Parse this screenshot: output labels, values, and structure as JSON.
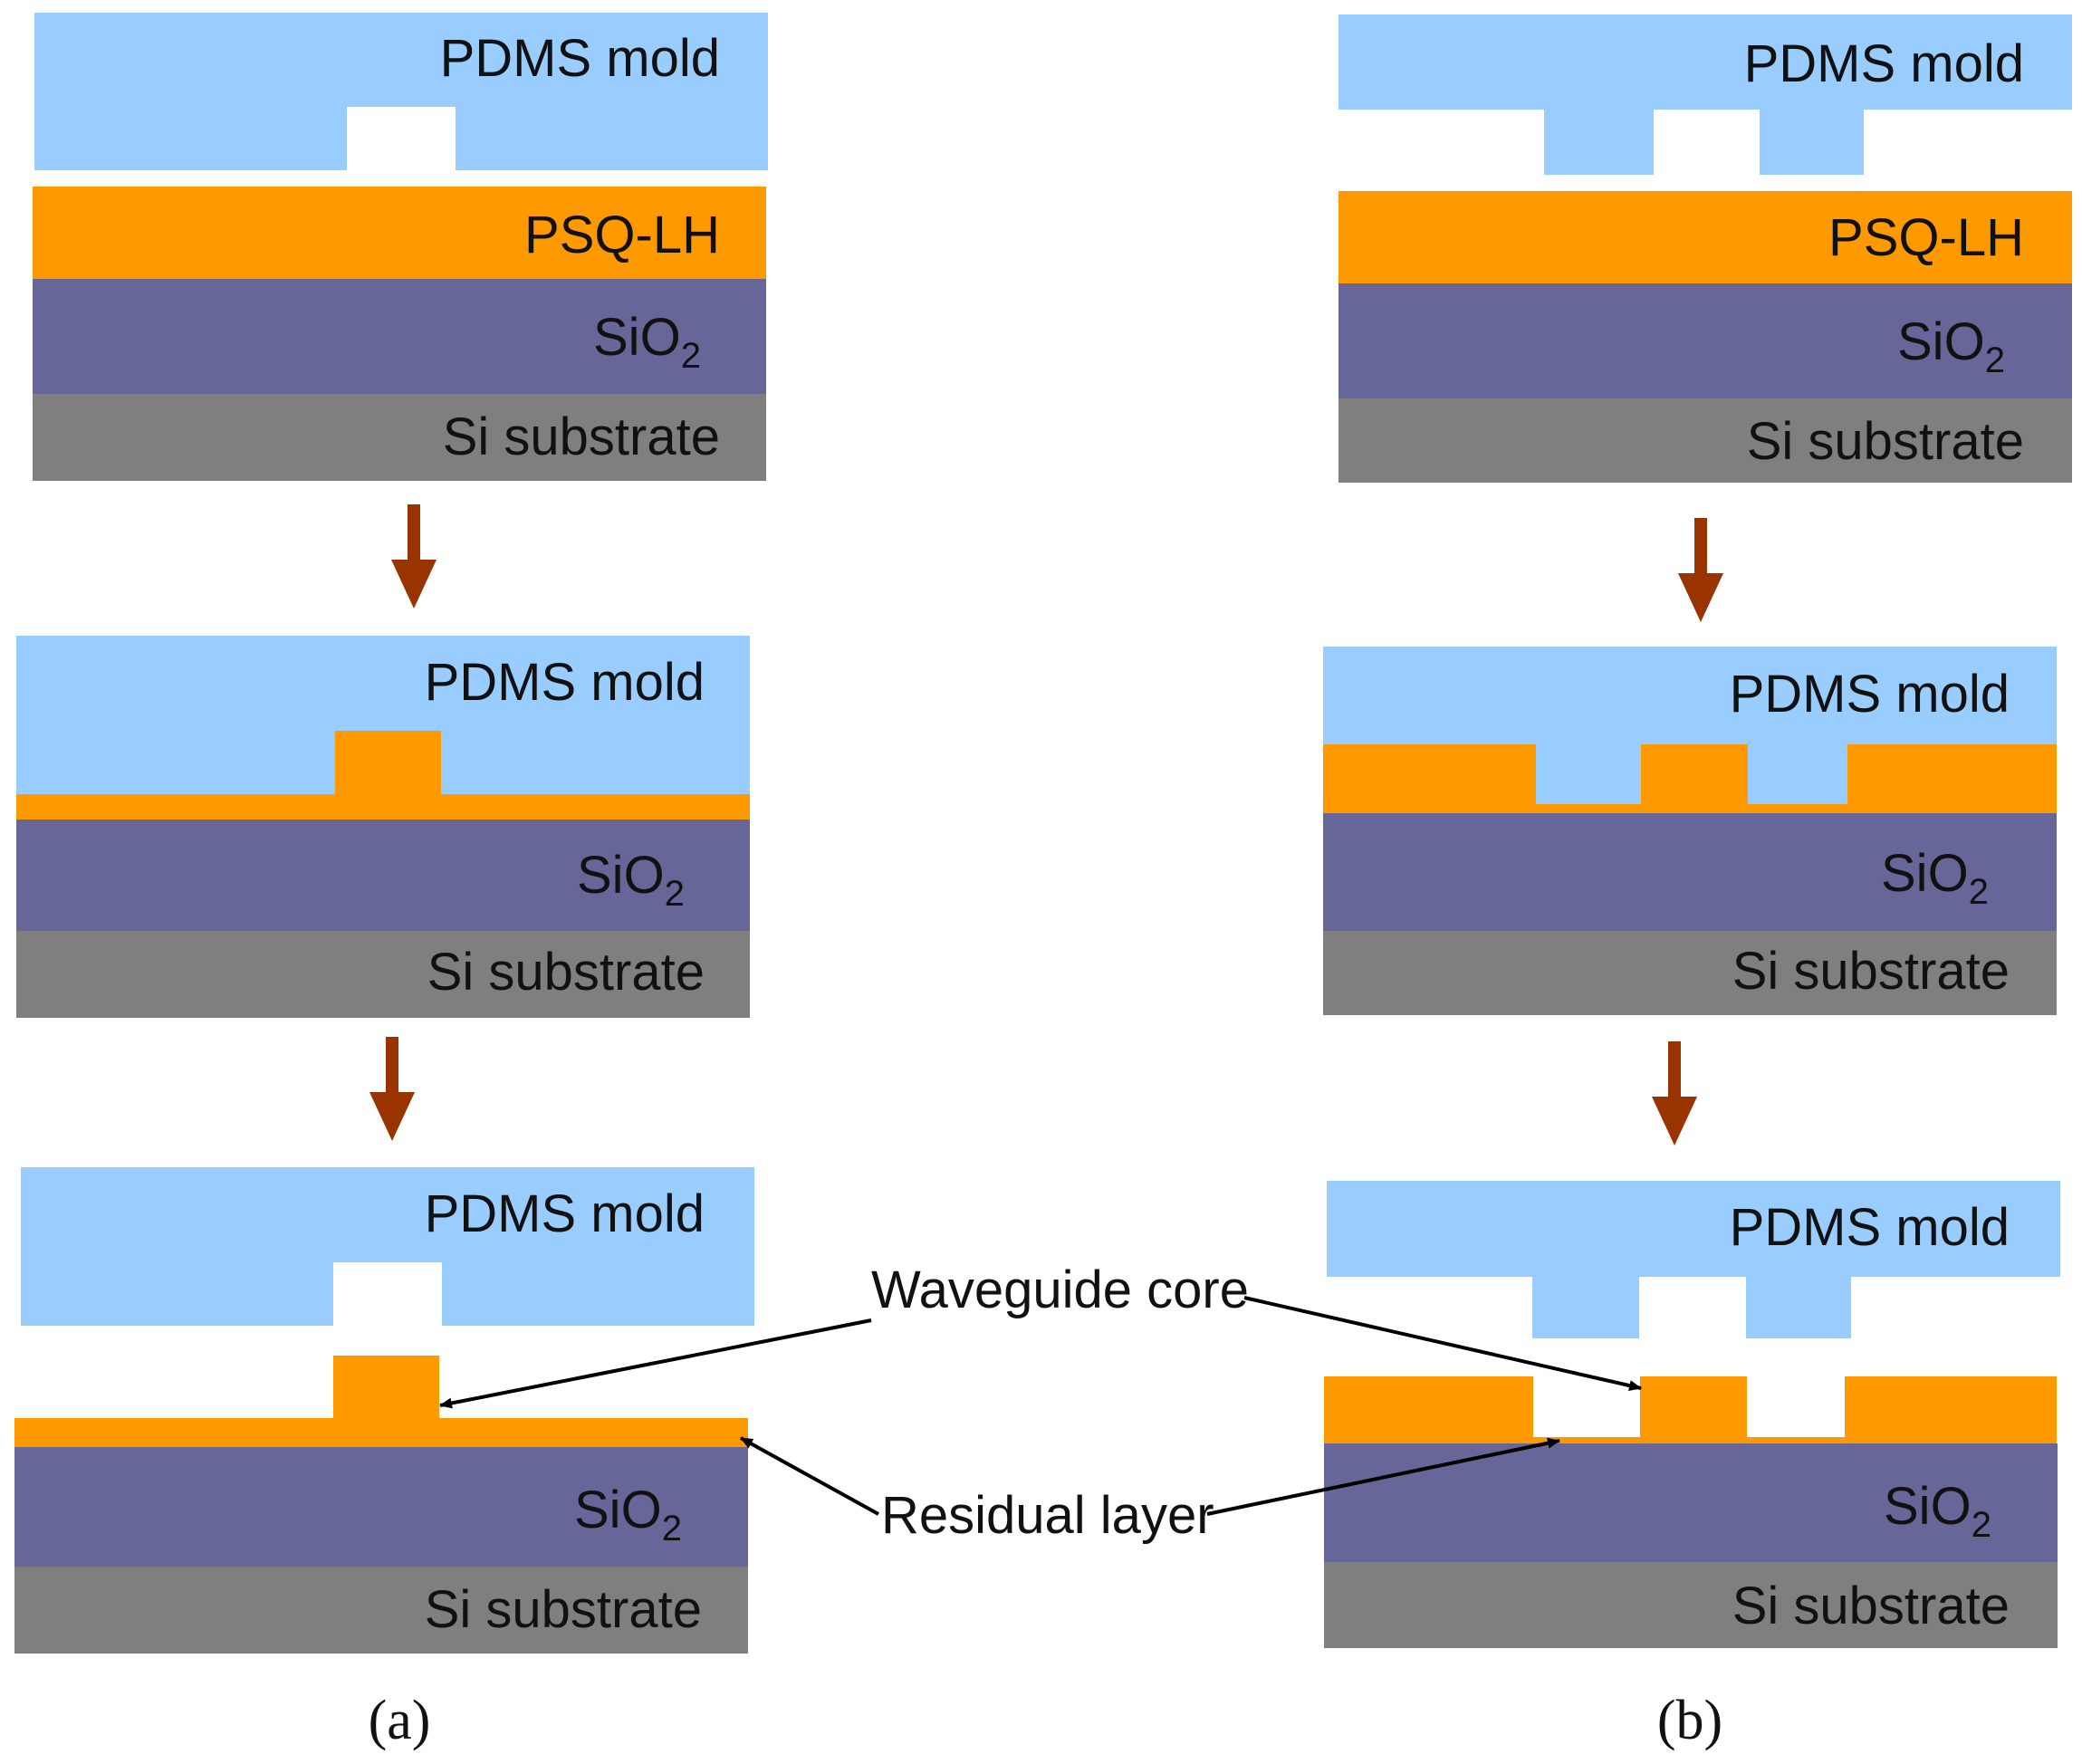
{
  "colors": {
    "pdms": "#99CCFF",
    "psq": "#FF9900",
    "sio2": "#666699",
    "si": "#7F7F7F",
    "arrow": "#993300",
    "pointer": "#000000"
  },
  "labels": {
    "pdms_mold": "PDMS mold",
    "psq_lh": "PSQ-LH",
    "sio2_main": "SiO",
    "sio2_sub": "2",
    "si_substrate": "Si substrate",
    "waveguide_core": "Waveguide core",
    "residual_layer": "Residual layer"
  },
  "captions": {
    "a": "(a)",
    "b": "(b)"
  },
  "icons": {
    "step_arrow": "down-arrow-icon",
    "pointer": "annotation-arrow"
  }
}
